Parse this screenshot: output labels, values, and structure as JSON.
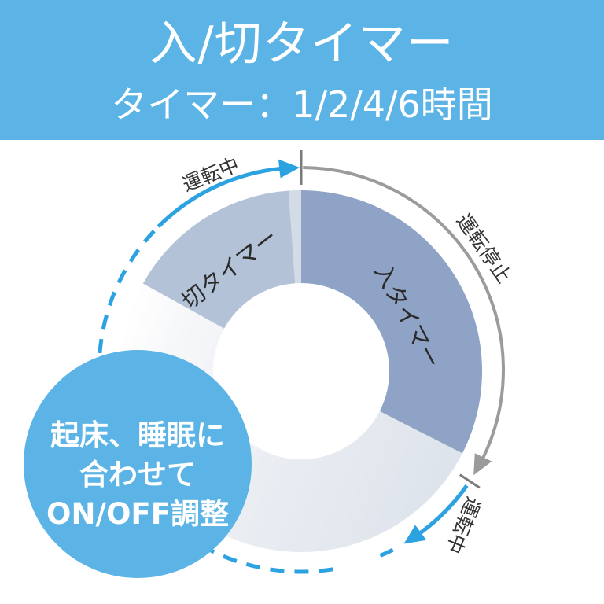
{
  "banner": {
    "title": "入/切タイマー",
    "subtitle": "タイマー：1/2/4/6時間"
  },
  "segments": {
    "on_timer": "入タイマー",
    "off_timer": "切タイマー"
  },
  "arc_labels": {
    "running_top": "運転中",
    "stopped": "運転停止",
    "running_bottom": "運転中"
  },
  "callout": {
    "lines": [
      "起床、睡眠に",
      "合わせて",
      "ON/OFF調整"
    ]
  },
  "colors": {
    "banner": "#5BB4E5",
    "on_timer": "#8EA3C5",
    "off_timer": "#B3C2D7",
    "gap": "#D3DBE6",
    "stop_arc": "#9B9B9B",
    "tick": "#7A7A7A",
    "run_arc": "#2DA2E0",
    "callout": "#5BB4E5"
  }
}
